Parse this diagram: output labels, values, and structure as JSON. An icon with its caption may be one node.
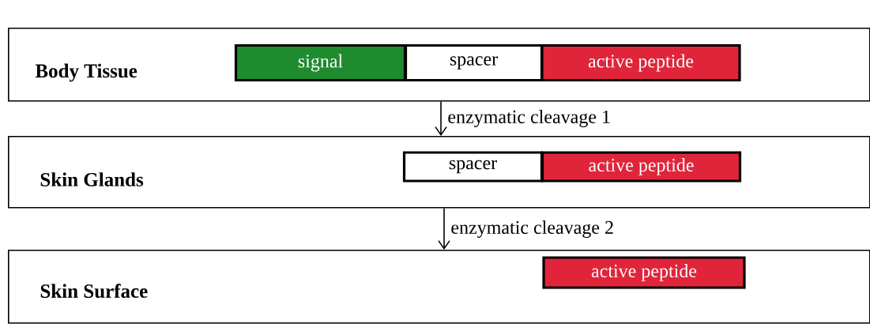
{
  "diagram": {
    "nodes": [
      {
        "text": [
          "Body Tissue"
        ]
      },
      {
        "text": [
          "signal"
        ],
        "in": 0
      },
      {
        "text": [
          "spacer"
        ],
        "in": 0
      },
      {
        "text": [
          "active peptide"
        ],
        "in": 0
      },
      {
        "text": [
          "Skin Glands"
        ]
      },
      {
        "text": [
          "spacer"
        ],
        "in": 4
      },
      {
        "text": [
          "active peptide"
        ],
        "in": 4
      },
      {
        "text": [
          "Skin Surface"
        ]
      },
      {
        "text": [
          "active peptide"
        ],
        "in": 7
      }
    ],
    "edges": [
      {
        "from": 0,
        "to": 4,
        "arrow": "to",
        "label": "enzymatic cleavage 1"
      },
      {
        "from": 4,
        "to": 7,
        "arrow": "to",
        "label": "enzymatic cleavage 2"
      }
    ]
  }
}
